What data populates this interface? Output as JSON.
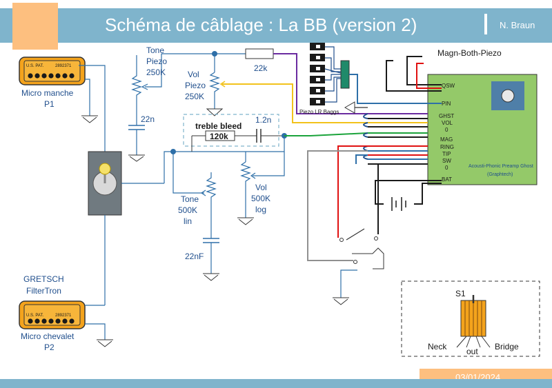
{
  "header": {
    "title": "Schéma de câblage : La BB (version 2)",
    "author": "N. Braun"
  },
  "footer": {
    "date": "03/01/2024"
  },
  "pickups": {
    "neck": {
      "patent": "U.S. PAT.",
      "number": "2892371",
      "label_1": "Micro manche",
      "label_2": "P1"
    },
    "bridge": {
      "brand_1": "GRETSCH",
      "brand_2": "FilterTron",
      "patent": "U.S. PAT.",
      "number": "2892371",
      "label_1": "Micro chevalet",
      "label_2": "P2"
    }
  },
  "components": {
    "tone_piezo_1": "Tone",
    "tone_piezo_2": "Piezo",
    "tone_piezo_3": "250K",
    "cap_22n": "22n",
    "vol_piezo_1": "Vol",
    "vol_piezo_2": "Piezo",
    "vol_piezo_3": "250K",
    "res_22k": "22k",
    "piezo_label": "Piezo LR Baggs",
    "treble_bleed": "treble bleed",
    "treble_res": "120k",
    "treble_cap": "1.2n",
    "tone_1": "Tone",
    "tone_2": "500K",
    "tone_3": "lin",
    "cap_22nF": "22nF",
    "vol_1": "Vol",
    "vol_2": "500K",
    "vol_3": "log"
  },
  "preamp": {
    "title": "Magn-Both-Piezo",
    "pins": [
      "QSW",
      "PIN",
      "GHST",
      "VOL",
      "0",
      "MAG",
      "RING",
      "TIP",
      "SW",
      "0",
      "BAT"
    ],
    "name_1": "Acousti-Phonic Preamp Ghost",
    "name_2": "(Graphtech)"
  },
  "switch": {
    "title": "S1",
    "neck": "Neck",
    "bridge": "Bridge",
    "out": "out"
  },
  "colors": {
    "header": "#7fb4cc",
    "accent_orange": "#fdbf7f",
    "wire_blue": "#2e6fa8",
    "preamp_green": "#94c969",
    "wire_yellow": "#f2c21b",
    "wire_purple": "#6a2aa0",
    "wire_red": "#e01010",
    "wire_green": "#1aa33a"
  }
}
